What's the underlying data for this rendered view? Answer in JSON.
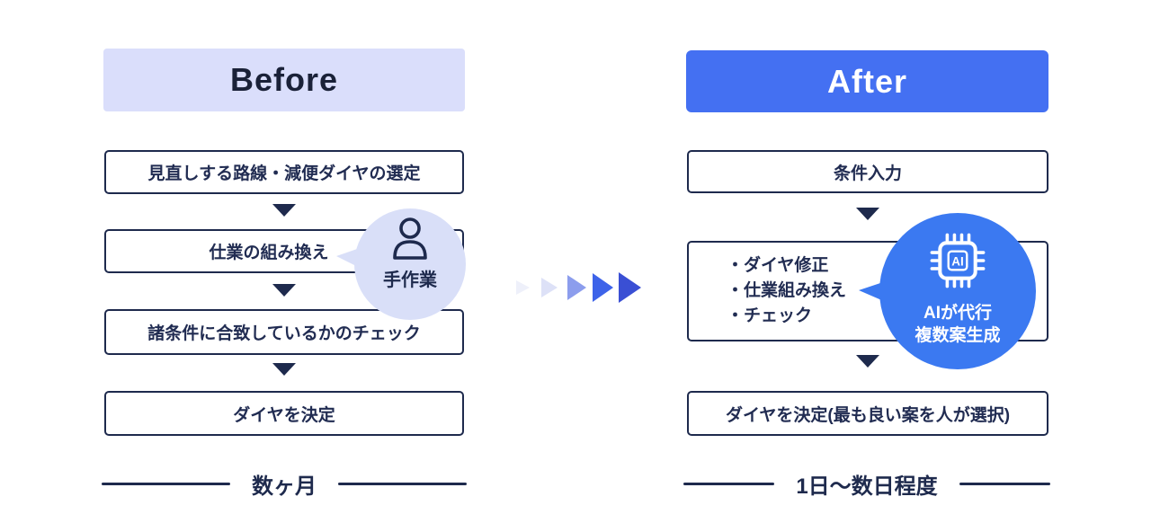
{
  "diagram": {
    "before": {
      "title": "Before",
      "step1": "見直しする路線・減便ダイヤの選定",
      "step2": "仕業の組み換え",
      "step3": "諸条件に合致しているかのチェック",
      "step4": "ダイヤを決定",
      "bubble_label": "手作業",
      "duration": "数ヶ月"
    },
    "after": {
      "title": "After",
      "step1": "条件入力",
      "step2_items": [
        "・ダイヤ修正",
        "・仕業組み換え",
        "・チェック"
      ],
      "step3": "ダイヤを決定(最も良い案を人が選択)",
      "bubble_line1": "AIが代行",
      "bubble_line2": "複数案生成",
      "chip_label": "AI",
      "duration": "1日〜数日程度"
    },
    "icons": {
      "manual_bubble": "person-icon",
      "ai_bubble": "ai-chip-icon"
    },
    "colors": {
      "background": "#ffffff",
      "navy": "#1e2a4d",
      "before_header_bg": "#dadefb",
      "after_header_bg": "#4470f2",
      "manual_bubble_bg": "#d9dff8",
      "ai_bubble_bg": "#3b79f1",
      "transition_arrows": [
        "#eef0fa",
        "#dde1f7",
        "#8c9ded",
        "#3d63e9",
        "#3a4fd4"
      ]
    }
  }
}
